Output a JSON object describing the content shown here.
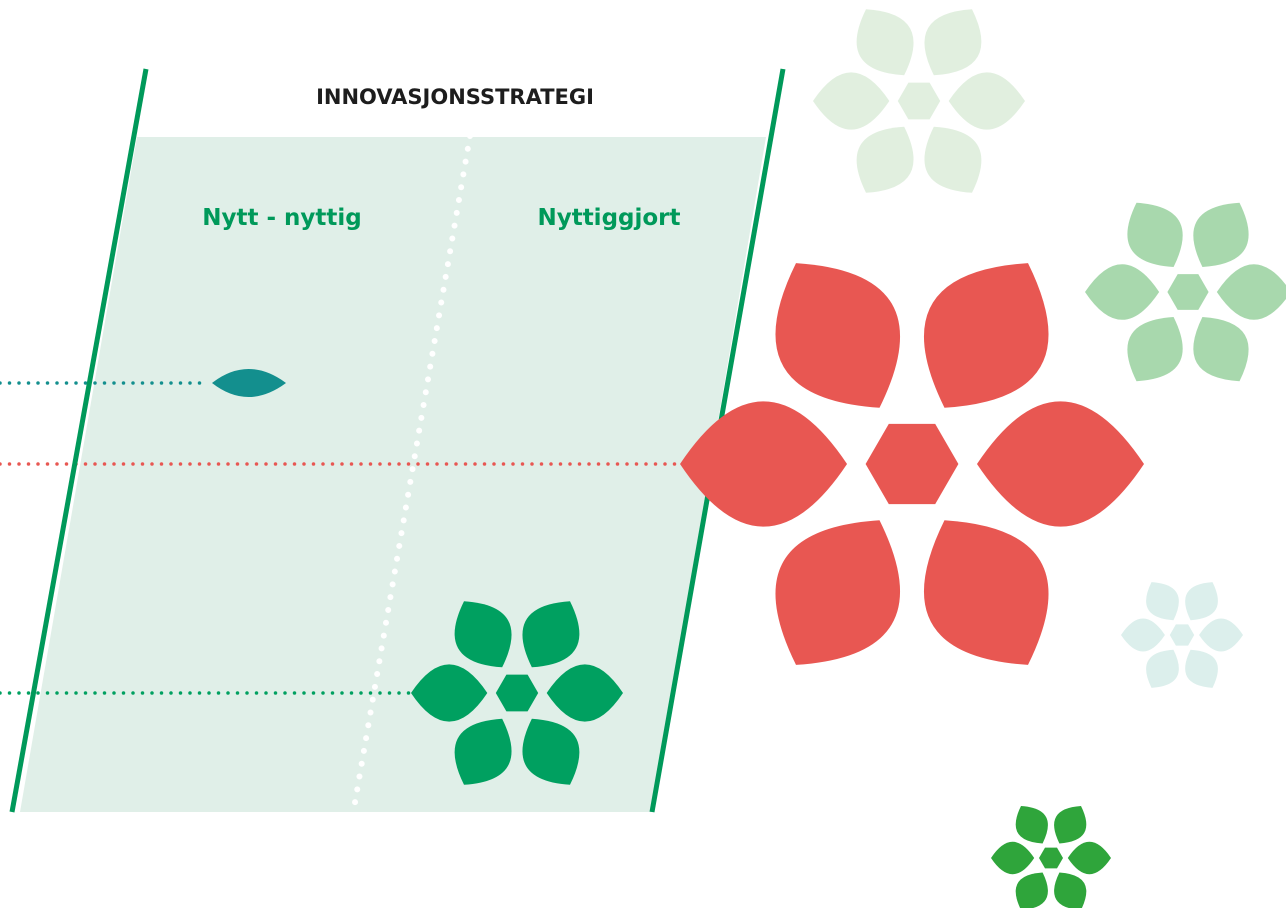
{
  "title": "INNOVASJONSSTRATEGI",
  "columns": [
    {
      "label": "Nytt - nyttig"
    },
    {
      "label": "Nyttiggjort"
    }
  ],
  "colors": {
    "panel_fill": "#e0efe8",
    "frame_green": "#00995a",
    "column_label": "#00995a",
    "divider_dots": "#ffffff",
    "leaf_teal": "#138f8e",
    "flower_red": "#e85752",
    "flower_green_dark": "#00a060",
    "flower_green_light": "#a8d8ad",
    "flower_green_pale": "#e1efdf",
    "flower_teal_pale": "#dcefec",
    "flower_green_small": "#2fa53b"
  },
  "rows": [
    {
      "item": "teal-leaf",
      "color_key": "leaf_teal"
    },
    {
      "item": "red-flower",
      "color_key": "flower_red"
    },
    {
      "item": "green-flower",
      "color_key": "flower_green_dark"
    }
  ],
  "decorations": [
    {
      "item": "pale-green-flower",
      "color_key": "flower_green_pale"
    },
    {
      "item": "light-green-flower",
      "color_key": "flower_green_light"
    },
    {
      "item": "pale-teal-flower",
      "color_key": "flower_teal_pale"
    },
    {
      "item": "small-green-flower",
      "color_key": "flower_green_small"
    }
  ]
}
